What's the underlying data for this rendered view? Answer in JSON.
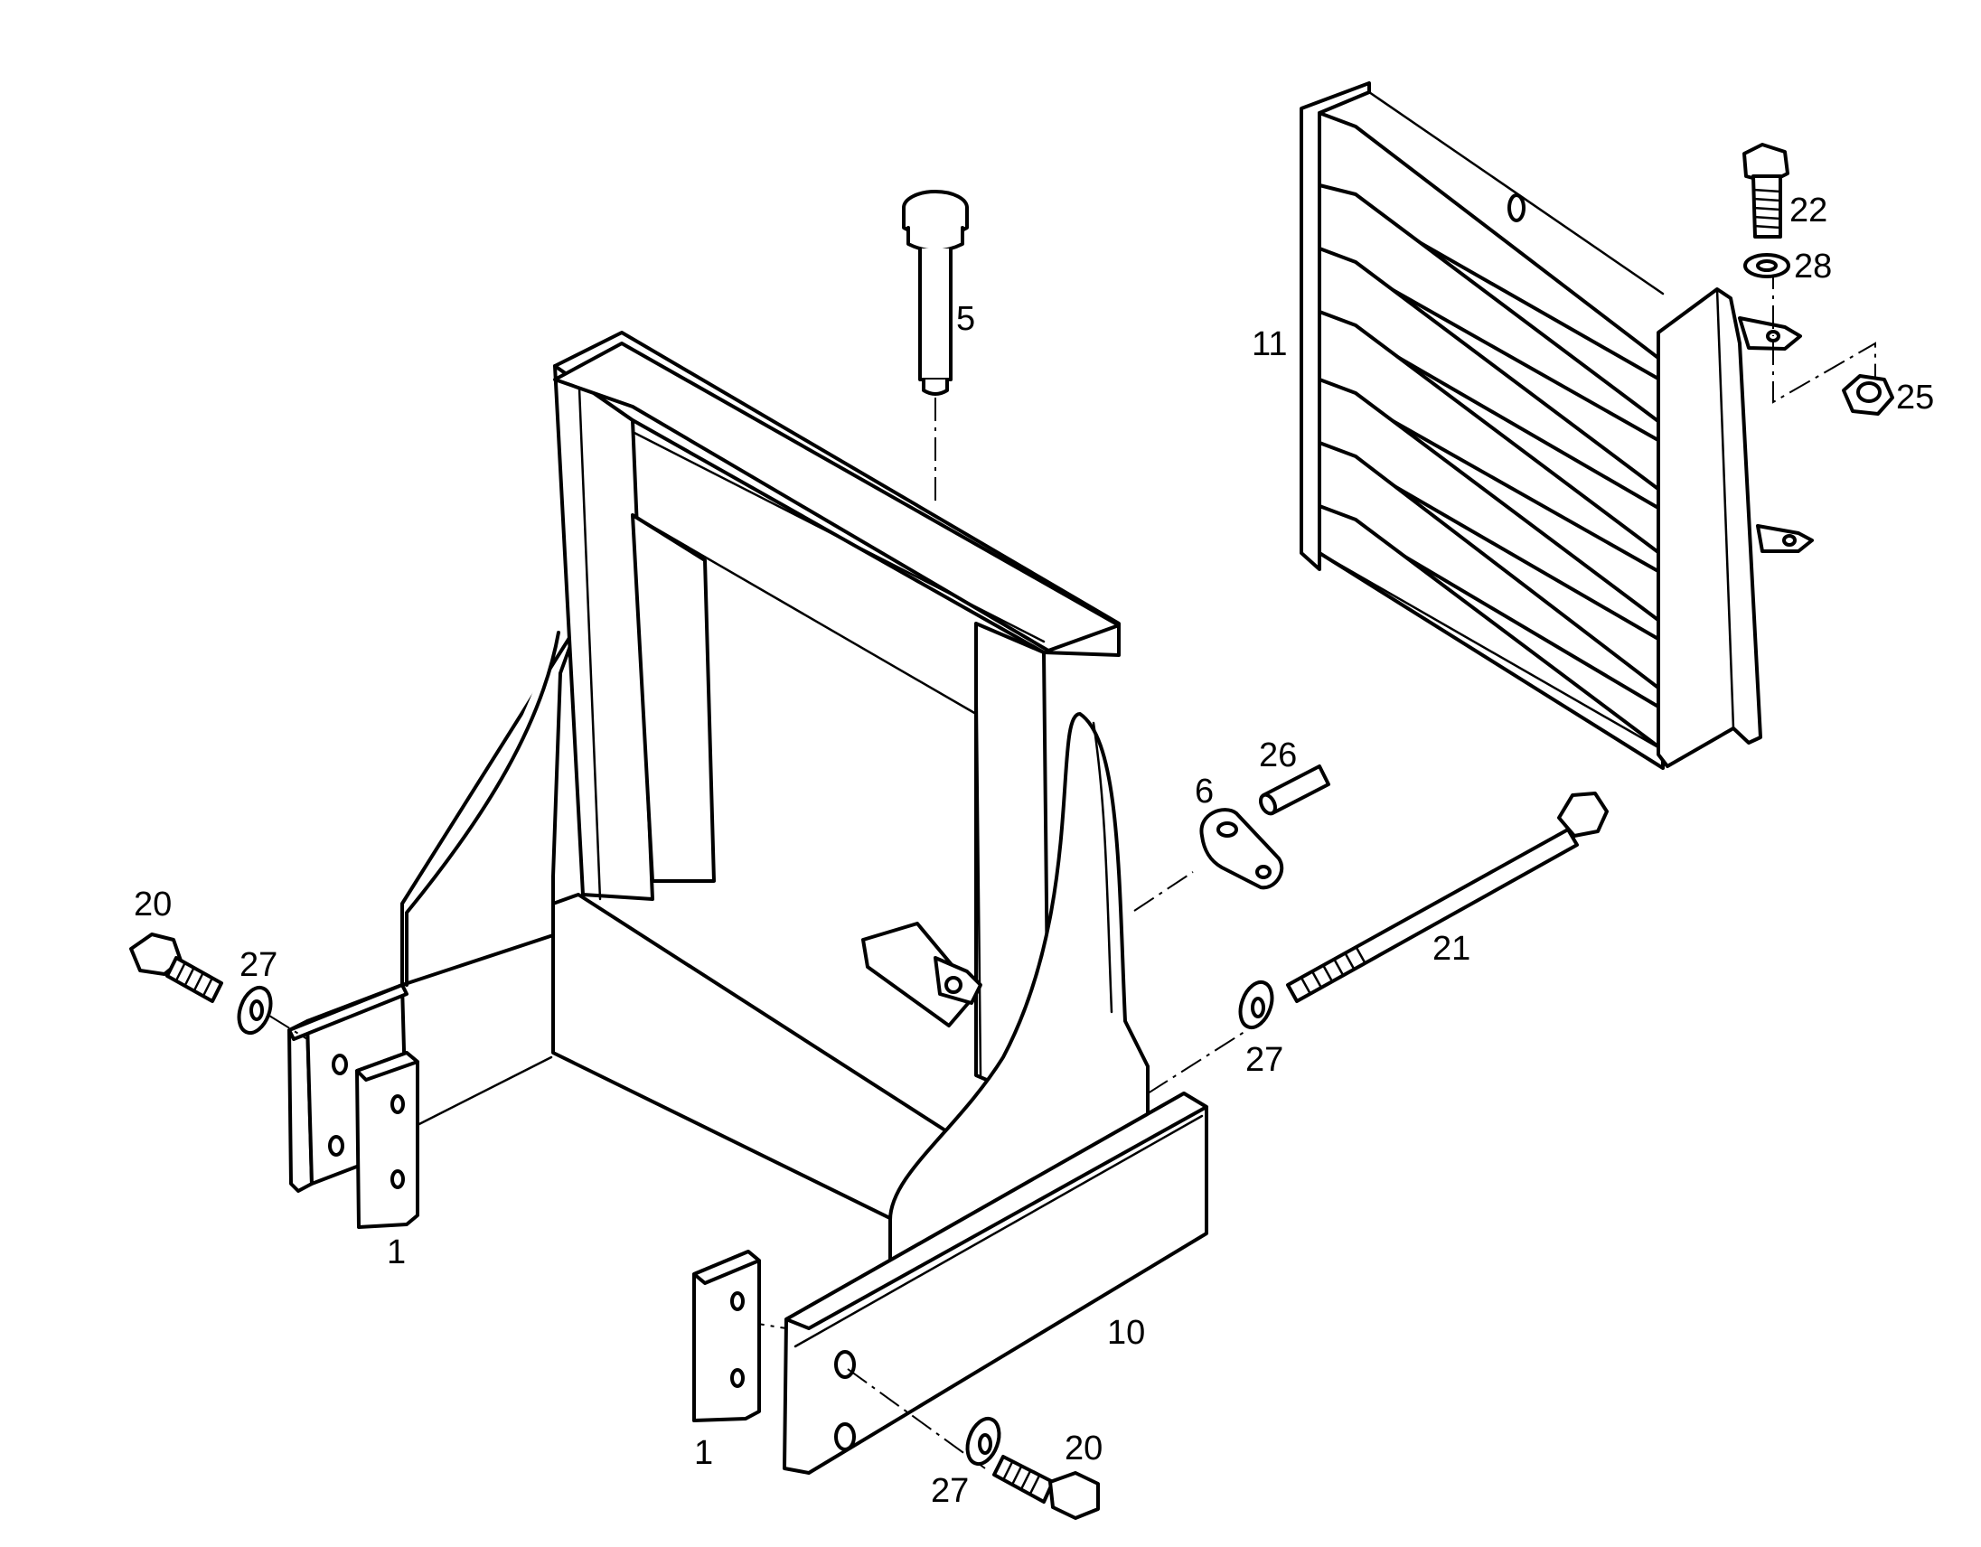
{
  "labels": {
    "p1_left": "1",
    "p1_front": "1",
    "p5": "5",
    "p6": "6",
    "p10": "10",
    "p11": "11",
    "p20_left": "20",
    "p20_front": "20",
    "p21": "21",
    "p22": "22",
    "p25": "25",
    "p26": "26",
    "p27_left": "27",
    "p27_right": "27",
    "p27_front": "27",
    "p28": "28"
  },
  "colors": {
    "line": "#000000",
    "paper": "#ffffff"
  }
}
